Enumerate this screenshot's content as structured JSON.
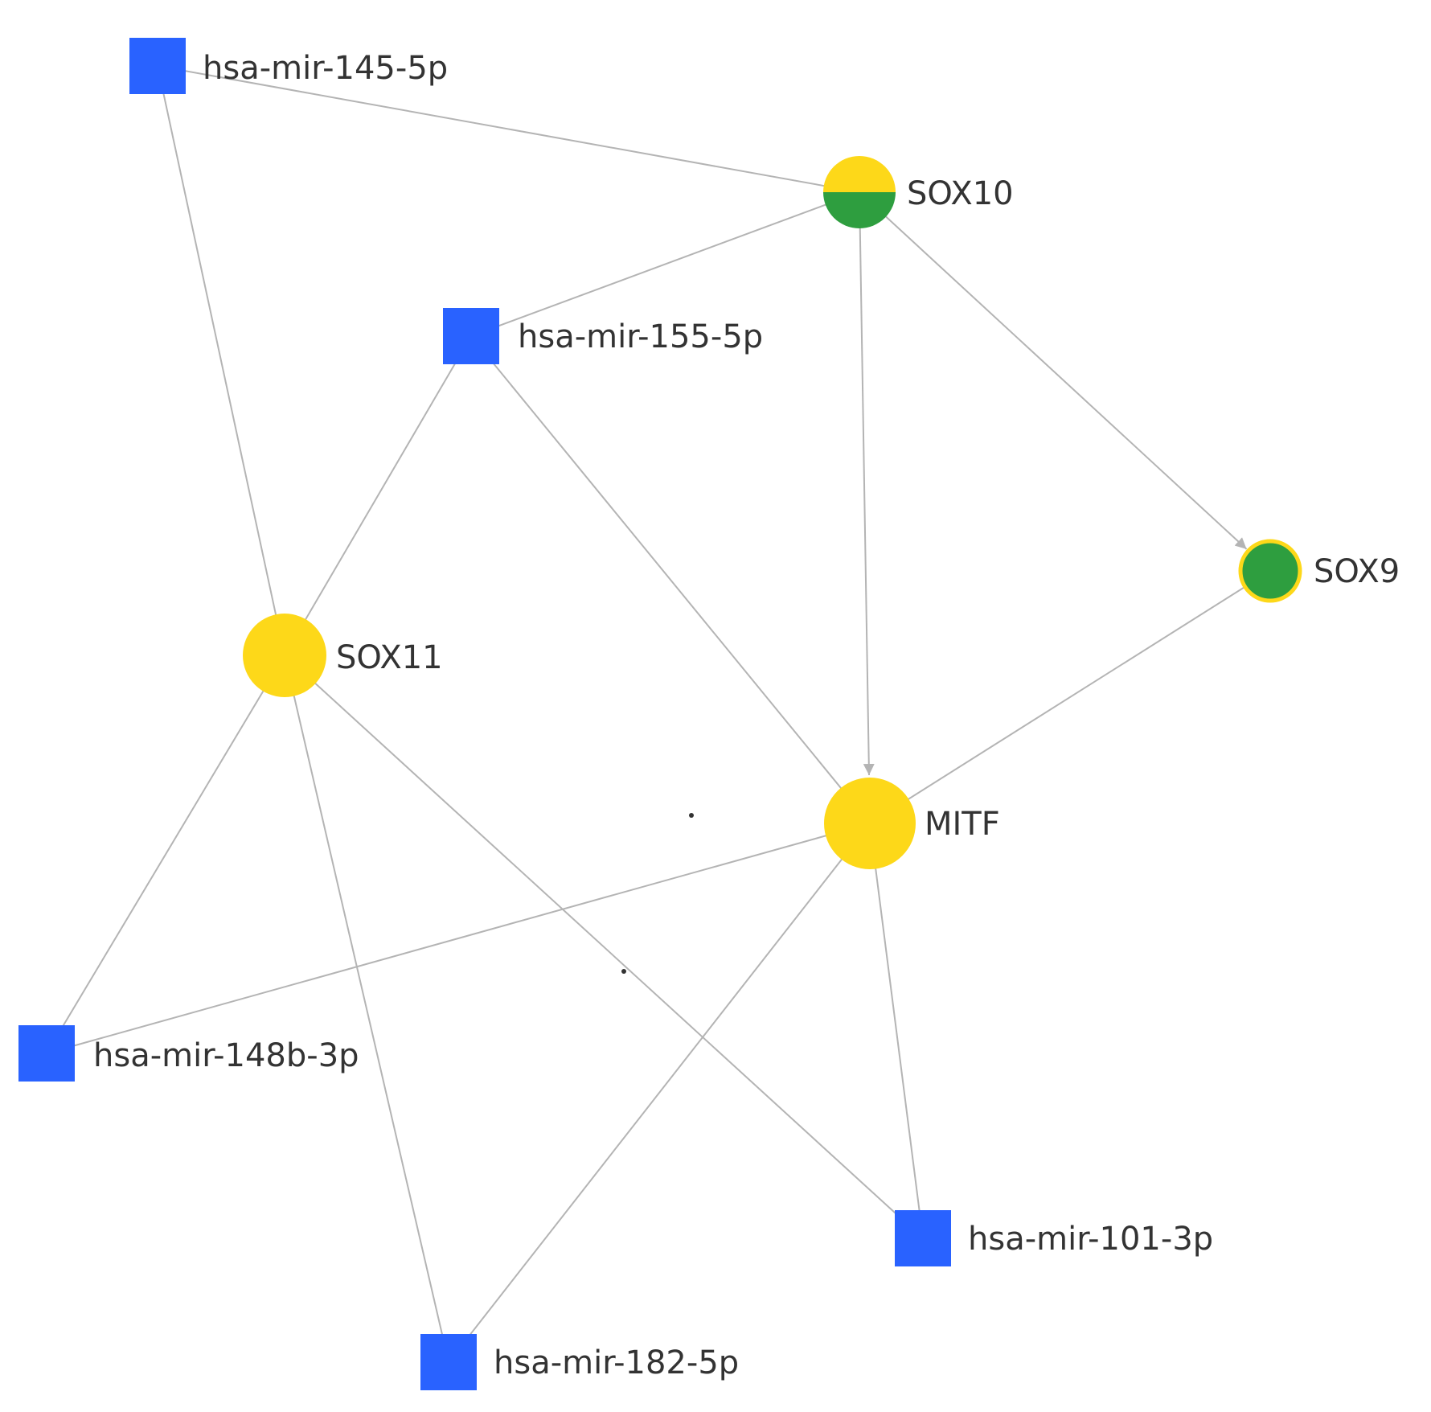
{
  "colors": {
    "mirna": "#2962ff",
    "gene_yellow": "#fdd819",
    "gene_green": "#2e9e3f",
    "edge": "#b4b4b4",
    "label": "#333333"
  },
  "nodes": [
    {
      "id": "mir145",
      "label": "hsa-mir-145-5p",
      "kind": "mirna"
    },
    {
      "id": "sox10",
      "label": "SOX10",
      "kind": "gene-split"
    },
    {
      "id": "mir155",
      "label": "hsa-mir-155-5p",
      "kind": "mirna"
    },
    {
      "id": "sox9",
      "label": "SOX9",
      "kind": "gene-green"
    },
    {
      "id": "sox11",
      "label": "SOX11",
      "kind": "gene-yellow"
    },
    {
      "id": "mitf",
      "label": "MITF",
      "kind": "gene-yellow"
    },
    {
      "id": "mir148b",
      "label": "hsa-mir-148b-3p",
      "kind": "mirna"
    },
    {
      "id": "mir101",
      "label": "hsa-mir-101-3p",
      "kind": "mirna"
    },
    {
      "id": "mir182",
      "label": "hsa-mir-182-5p",
      "kind": "mirna"
    }
  ],
  "edges": [
    {
      "from": "mir145",
      "to": "sox10",
      "directed": false
    },
    {
      "from": "mir145",
      "to": "sox11",
      "directed": false
    },
    {
      "from": "mir155",
      "to": "sox10",
      "directed": false
    },
    {
      "from": "mir155",
      "to": "sox11",
      "directed": false
    },
    {
      "from": "mir155",
      "to": "mitf",
      "directed": false
    },
    {
      "from": "sox10",
      "to": "sox9",
      "directed": true
    },
    {
      "from": "sox10",
      "to": "mitf",
      "directed": true
    },
    {
      "from": "sox9",
      "to": "mitf",
      "directed": false
    },
    {
      "from": "sox11",
      "to": "mir148b",
      "directed": false
    },
    {
      "from": "sox11",
      "to": "mir182",
      "directed": false
    },
    {
      "from": "sox11",
      "to": "mir101",
      "directed": false
    },
    {
      "from": "mitf",
      "to": "mir148b",
      "directed": false
    },
    {
      "from": "mitf",
      "to": "mir182",
      "directed": false
    },
    {
      "from": "mitf",
      "to": "mir101",
      "directed": false
    }
  ]
}
